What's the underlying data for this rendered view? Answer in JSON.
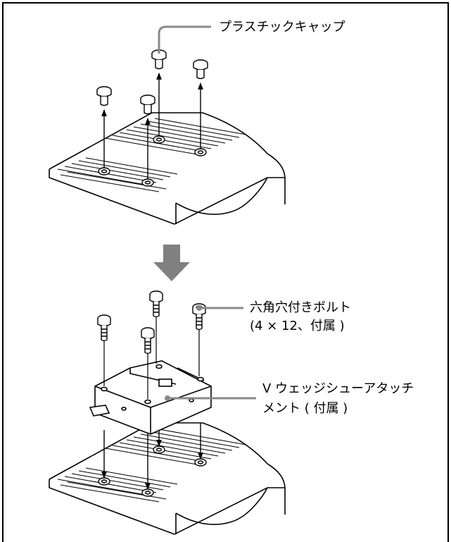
{
  "labels": {
    "plastic_cap": "プラスチックキャップ",
    "hex_bolt_line1": "六角穴付きボルト",
    "hex_bolt_line2": "(4 × 12、付属 )",
    "v_wedge_line1": "V ウェッジシューアタッチ",
    "v_wedge_line2": "メント ( 付属 )"
  },
  "colors": {
    "line": "#000000",
    "leader": "#8a8a8a",
    "arrow": "#808080",
    "background": "#ffffff"
  },
  "icons": {
    "step_arrow": "down-arrow-icon"
  }
}
